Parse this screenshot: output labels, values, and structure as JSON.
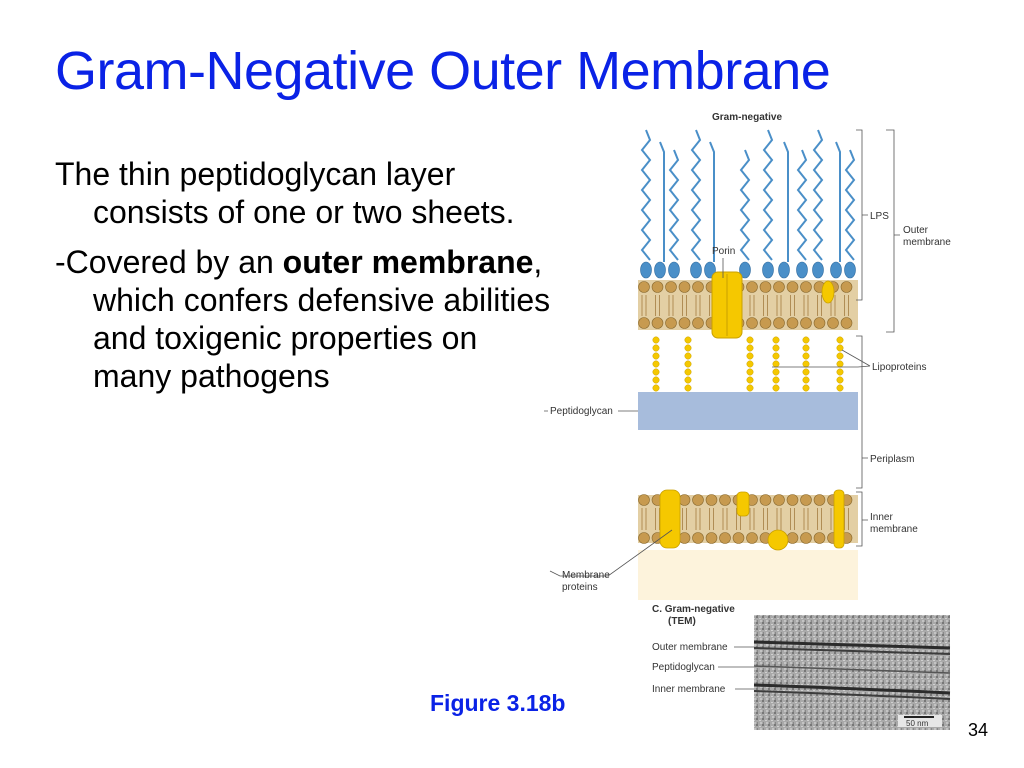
{
  "slide": {
    "title": "Gram-Negative Outer Membrane",
    "paragraph1": "The thin peptidoglycan layer consists of one or two sheets.",
    "paragraph2_prefix": "-Covered by an ",
    "paragraph2_bold": "outer membrane",
    "paragraph2_suffix": ", which confers defensive abilities and toxigenic properties on many pathogens",
    "figure_caption": "Figure 3.18b",
    "page_number": "34"
  },
  "figure": {
    "heading": "Gram-negative",
    "labels": {
      "lps": "LPS",
      "outer_membrane_line1": "Outer",
      "outer_membrane_line2": "membrane",
      "porin": "Porin",
      "lipoproteins": "Lipoproteins",
      "peptidoglycan": "Peptidoglycan",
      "periplasm": "Periplasm",
      "inner_membrane_line1": "Inner",
      "inner_membrane_line2": "membrane",
      "membrane_proteins_line1": "Membrane",
      "membrane_proteins_line2": "proteins"
    },
    "tem": {
      "title_line1": "C. Gram-negative",
      "title_line2": "(TEM)",
      "outer_membrane": "Outer membrane",
      "peptidoglycan": "Peptidoglycan",
      "inner_membrane": "Inner membrane",
      "scale": "50 nm"
    },
    "colors": {
      "lps_chain": "#4a8fc8",
      "lipid_head": "#c79a4f",
      "lipid_tail": "#e3cfa4",
      "protein": "#f5c800",
      "peptidoglycan": "#a7bcdc",
      "cytoplasm": "#fdf3dc"
    }
  }
}
